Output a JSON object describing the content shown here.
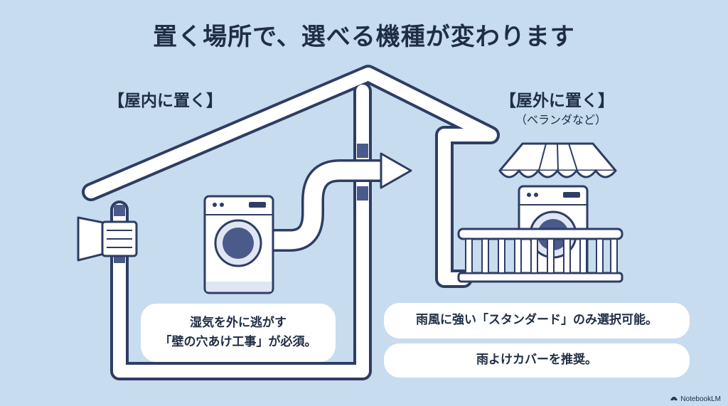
{
  "title": "置く場所で、選べる機種が変わります",
  "indoor": {
    "label": "【屋内に置く】",
    "note_line1": "湿気を外に逃がす",
    "note_line2": "「壁の穴あけ工事」が必須。"
  },
  "outdoor": {
    "label": "【屋外に置く】",
    "sublabel": "（ベランダなど）",
    "note1": "雨風に強い「スタンダード」のみ選択可能。",
    "note2": "雨よけカバーを推奨。"
  },
  "brand": "NotebookLM",
  "colors": {
    "background": "#c7dcef",
    "outline": "#2e3d63",
    "fill": "#ffffff",
    "drum": "#4a5a8a",
    "text": "#1f2d45"
  },
  "icons": [
    "house-outline-icon",
    "vent-hood-icon",
    "duct-arrow-icon",
    "washing-machine-icon",
    "awning-icon",
    "balcony-railing-icon",
    "notebooklm-logo-icon"
  ]
}
